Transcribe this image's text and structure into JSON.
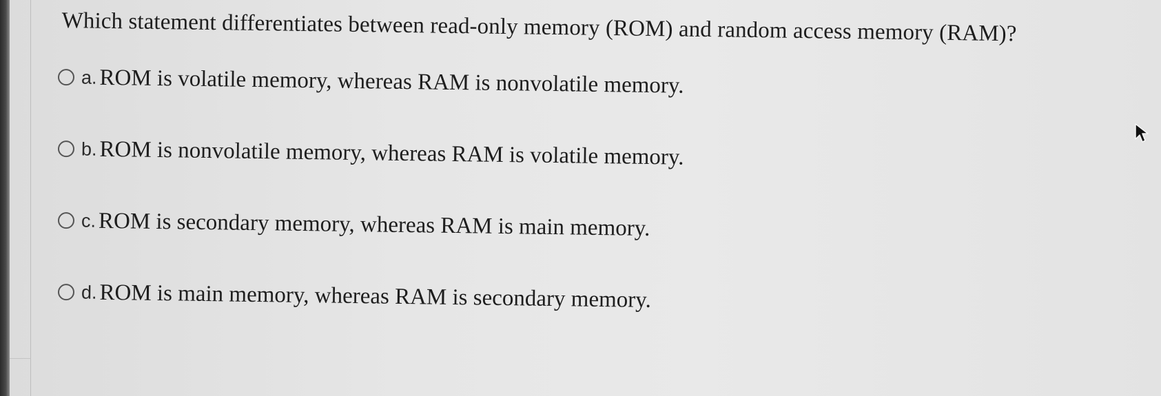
{
  "question": {
    "text": "Which statement differentiates between read-only memory (ROM) and random access memory (RAM)?"
  },
  "options": [
    {
      "letter": "a.",
      "text": "ROM is volatile memory, whereas RAM is nonvolatile memory."
    },
    {
      "letter": "b.",
      "text": "ROM is nonvolatile memory, whereas RAM is volatile memory."
    },
    {
      "letter": "c.",
      "text": "ROM is secondary memory, whereas RAM is main memory."
    },
    {
      "letter": "d.",
      "text": "ROM is main memory, whereas RAM is secondary memory."
    }
  ],
  "colors": {
    "background": "#e6e6e6",
    "text": "#1e1e1e",
    "radio_border": "#555555"
  },
  "icons": {
    "cursor": "mouse-pointer-icon",
    "radio": "radio-unselected-icon"
  }
}
